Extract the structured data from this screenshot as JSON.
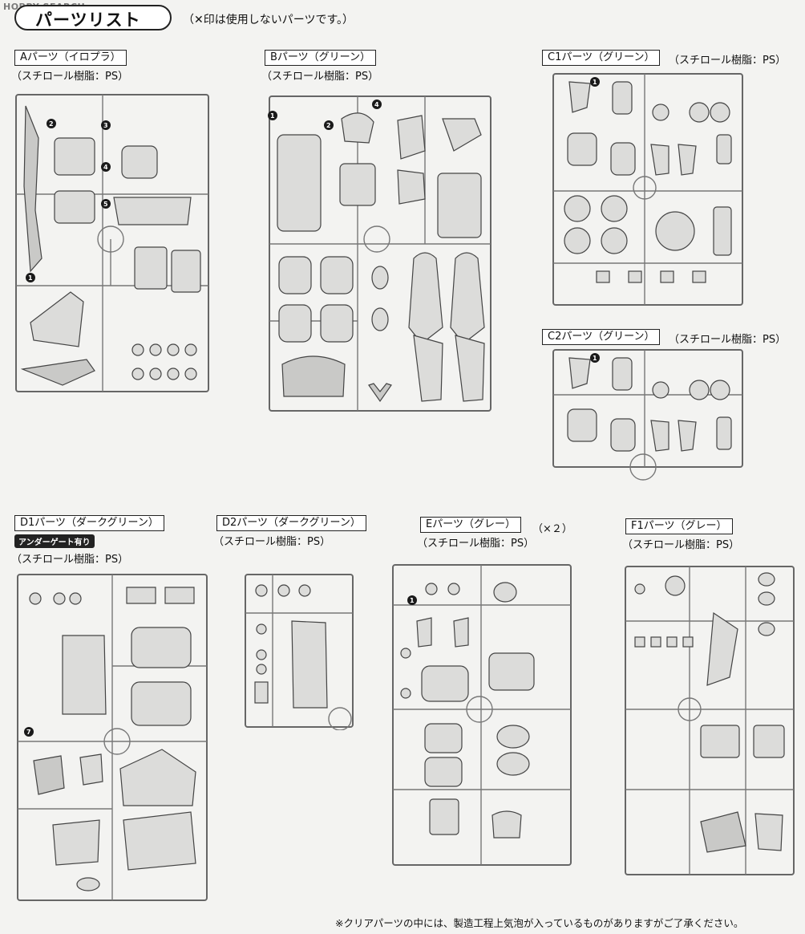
{
  "watermark": "HOBBY SEARCH",
  "header": {
    "title": "パーツリスト",
    "note": "（✕印は使用しないパーツです。）"
  },
  "material": "（スチロール樹脂：PS）",
  "runners": {
    "A": {
      "label": "Aパーツ（イロプラ）"
    },
    "B": {
      "label": "Bパーツ（グリーン）"
    },
    "C1": {
      "label": "C1パーツ（グリーン）"
    },
    "C2": {
      "label": "C2パーツ（グリーン）"
    },
    "D1": {
      "label": "D1パーツ（ダークグリーン）",
      "badge": "アンダーゲート有り"
    },
    "D2": {
      "label": "D2パーツ（ダークグリーン）"
    },
    "E": {
      "label": "Eパーツ（グレー）",
      "qty": "（×２）"
    },
    "F1": {
      "label": "F1パーツ（グレー）"
    }
  },
  "footnote": "※クリアパーツの中には、製造工程上気泡が入っているものがありますがご了承ください。"
}
